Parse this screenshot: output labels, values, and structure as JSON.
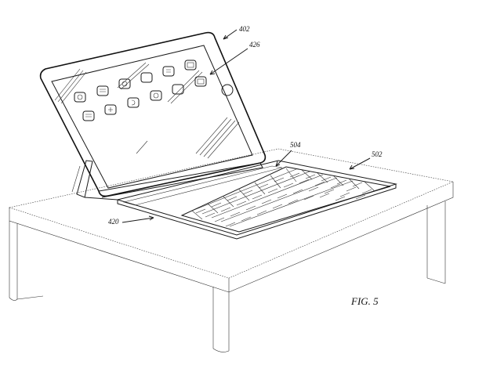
{
  "figure": {
    "caption": "FIG. 5",
    "reference_numerals": {
      "device": "402",
      "display": "426",
      "keyboard_hinge": "504",
      "keyboard": "502",
      "cover": "420"
    }
  },
  "colors": {
    "line": "#1a1a1a",
    "background": "#ffffff"
  }
}
